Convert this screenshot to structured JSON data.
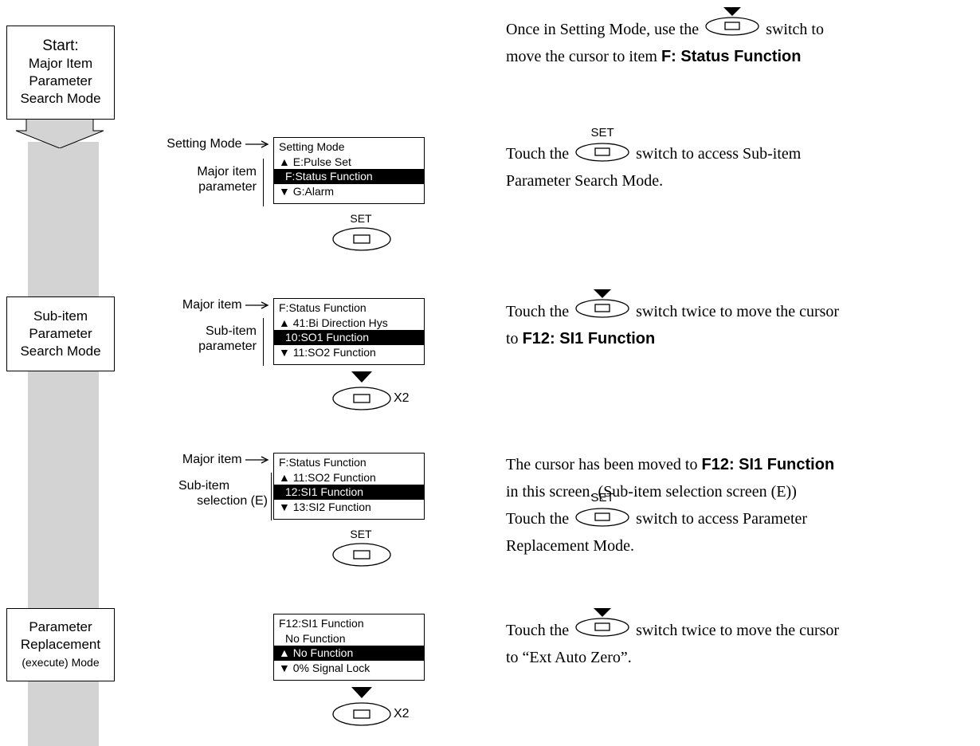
{
  "flow": {
    "start_lines": [
      "Start:",
      "Major Item",
      "Parameter",
      "Search Mode"
    ],
    "subitem_lines": [
      "Sub-item",
      "Parameter",
      "Search Mode"
    ],
    "replace_lines": [
      "Parameter",
      "Replacement",
      "(execute) Mode"
    ]
  },
  "screens": [
    {
      "lines": [
        "Setting Mode",
        "▲ E:Pulse Set",
        "F:Status Function",
        "▼ G:Alarm"
      ],
      "highlight": 2,
      "callout_top": "Setting Mode",
      "callout_side": [
        "Major item",
        "parameter"
      ],
      "switch": "SET",
      "multiplier": ""
    },
    {
      "lines": [
        "F:Status Function",
        "▲ 41:Bi Direction Hys",
        "10:SO1 Function",
        "▼ 11:SO2 Function"
      ],
      "highlight": 2,
      "callout_top": "Major item",
      "callout_side": [
        "Sub-item",
        "parameter"
      ],
      "switch": "DOWN",
      "multiplier": "X2"
    },
    {
      "lines": [
        "F:Status Function",
        "▲ 11:SO2 Function",
        "12:SI1 Function",
        "▼ 13:SI2 Function"
      ],
      "highlight": 2,
      "callout_top": "Major item",
      "callout_side": [
        "Sub-item",
        "selection (E)"
      ],
      "switch": "SET",
      "multiplier": ""
    },
    {
      "lines": [
        "F12:SI1 Function",
        "No Function",
        "▲ No Function",
        "▼ 0% Signal Lock"
      ],
      "highlight": 2,
      "callout_top": "",
      "callout_side": [],
      "switch": "DOWN",
      "multiplier": "X2"
    }
  ],
  "switch_labels": {
    "set": "SET"
  },
  "instructions": {
    "i1": {
      "a": "Once in Setting Mode, use the",
      "b": "switch to",
      "c": "move the cursor to item",
      "bold": "F: Status Function"
    },
    "i2": {
      "a": "Touch the",
      "b": "switch to access Sub-item",
      "c": "Parameter Search Mode."
    },
    "i3": {
      "a": "Touch the",
      "b": "switch twice to move the cursor",
      "c": "to",
      "bold": "F12: SI1 Function"
    },
    "i4": {
      "a": "The cursor has been moved to",
      "bold": "F12: SI1 Function",
      "b": "in this screen. (Sub-item selection screen (E))",
      "c": "Touch the",
      "d": "switch to access Parameter",
      "e": "Replacement Mode."
    },
    "i5": {
      "a": "Touch the",
      "b": "switch twice to move the cursor",
      "c": "to “Ext Auto Zero”."
    }
  }
}
